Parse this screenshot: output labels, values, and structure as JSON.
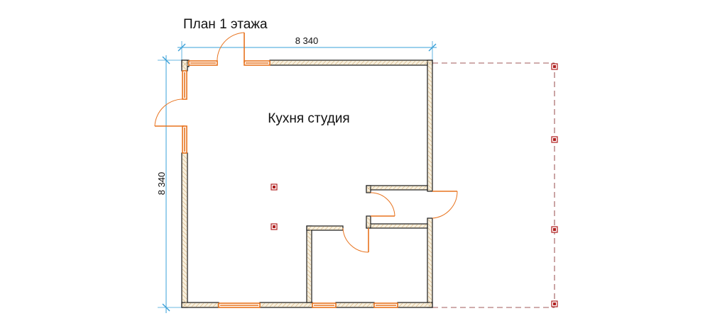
{
  "title": "План 1 этажа",
  "room_label": "Кухня студия",
  "dimensions": {
    "top": "8 340",
    "left": "8 340"
  },
  "colors": {
    "wall": "#1a1a1a",
    "wall_fill": "#f7efdc",
    "opening": "#e8731e",
    "dimension": "#3aa0d8",
    "terrace_outline": "#a05a5a",
    "post": "#b02020"
  },
  "icons": {
    "post": "column-marker-icon"
  }
}
